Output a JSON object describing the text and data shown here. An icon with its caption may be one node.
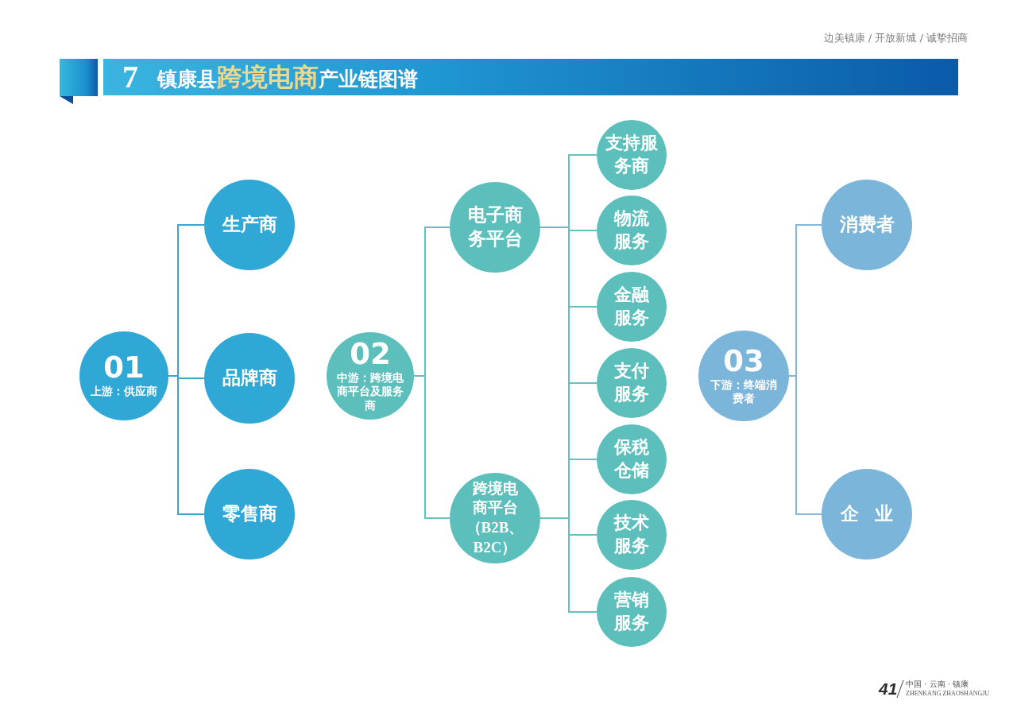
{
  "diagram": {
    "title": "镇康县**跨境电商**产业链图谱",
    "nodes": [
      {
        "text": [
          "01",
          "上游：供应商"
        ]
      },
      {
        "text": [
          "生产商"
        ]
      },
      {
        "text": [
          "品牌商"
        ]
      },
      {
        "text": [
          "零售商"
        ]
      },
      {
        "text": [
          "02",
          "中游：跨境电商平台及服务商"
        ]
      },
      {
        "text": [
          "电子商务平台"
        ]
      },
      {
        "text": [
          "跨境电商平台（B2B、B2C）"
        ]
      },
      {
        "text": [
          "支持服务商"
        ]
      },
      {
        "text": [
          "物流服务"
        ]
      },
      {
        "text": [
          "金融服务"
        ]
      },
      {
        "text": [
          "支付服务"
        ]
      },
      {
        "text": [
          "保税仓储"
        ]
      },
      {
        "text": [
          "技术服务"
        ]
      },
      {
        "text": [
          "营销服务"
        ]
      },
      {
        "text": [
          "03",
          "下游：终端消费者"
        ]
      },
      {
        "text": [
          "消费者"
        ]
      },
      {
        "text": [
          "企业"
        ]
      }
    ],
    "edges": [
      {
        "from": 0,
        "to": 1,
        "arrow": "none",
        "color": "#3ba6d3"
      },
      {
        "from": 0,
        "to": 2,
        "arrow": "none",
        "color": "#3ba6d3"
      },
      {
        "from": 0,
        "to": 3,
        "arrow": "none",
        "color": "#3ba6d3"
      },
      {
        "from": 4,
        "to": 5,
        "arrow": "none"
      },
      {
        "from": 4,
        "to": 6,
        "arrow": "none"
      },
      {
        "from": 5,
        "to": 7,
        "arrow": "none"
      },
      {
        "from": 5,
        "to": 8,
        "arrow": "none"
      },
      {
        "from": 5,
        "to": 9,
        "arrow": "none"
      },
      {
        "from": 5,
        "to": 10,
        "arrow": "none"
      },
      {
        "from": 5,
        "to": 11,
        "arrow": "none"
      },
      {
        "from": 5,
        "to": 12,
        "arrow": "none"
      },
      {
        "from": 5,
        "to": 13,
        "arrow": "none"
      },
      {
        "from": 6,
        "to": 7,
        "arrow": "none"
      },
      {
        "from": 6,
        "to": 8,
        "arrow": "none"
      },
      {
        "from": 6,
        "to": 9,
        "arrow": "none"
      },
      {
        "from": 6,
        "to": 10,
        "arrow": "none"
      },
      {
        "from": 6,
        "to": 11,
        "arrow": "none"
      },
      {
        "from": 6,
        "to": 12,
        "arrow": "none"
      },
      {
        "from": 6,
        "to": 13,
        "arrow": "none"
      },
      {
        "from": 14,
        "to": 15,
        "arrow": "none",
        "color": "#86b7da"
      },
      {
        "from": 14,
        "to": 16,
        "arrow": "none",
        "color": "#86b7da"
      }
    ],
    "labels": [
      "边美镇康 / 开放新城 / 诚挚招商",
      "7",
      "41",
      "中国 · 云南 · 镇康",
      "ZHENKANG ZHAOSHANGJU"
    ]
  }
}
